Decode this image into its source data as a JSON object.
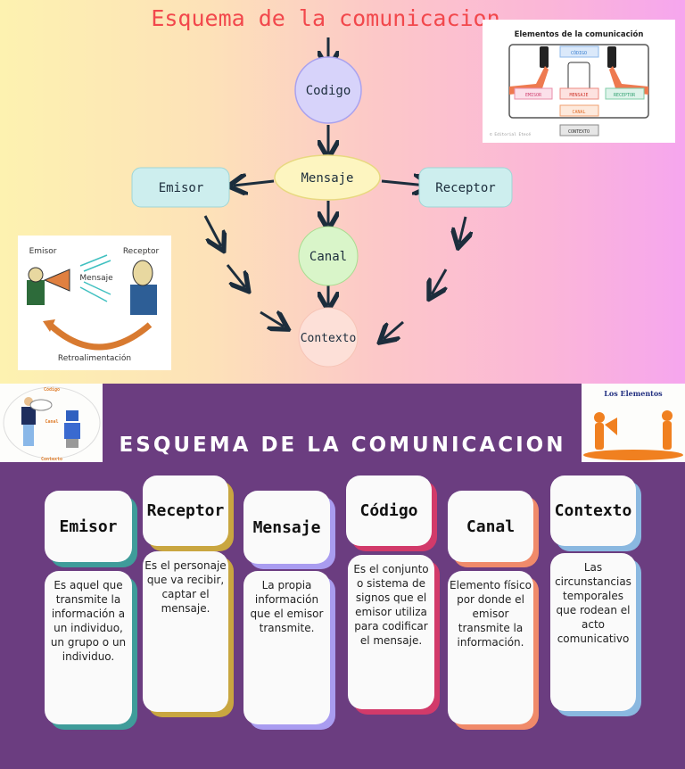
{
  "top": {
    "title": "Esquema de la comunicacion",
    "nodes": {
      "codigo": "Codigo",
      "mensaje": "Mensaje",
      "emisor": "Emisor",
      "receptor": "Receptor",
      "canal": "Canal",
      "contexto": "Contexto"
    },
    "image_right": {
      "title": "Elementos de la comunicación",
      "labels": [
        "CÓDIGO",
        "EMISOR",
        "MENSAJE",
        "RECEPTOR",
        "CANAL",
        "CONTEXTO"
      ],
      "credit": "© Editorial Etecé"
    },
    "image_left": {
      "emisor": "Emisor",
      "receptor": "Receptor",
      "mensaje": "Mensaje",
      "retro": "Retroalimentación"
    }
  },
  "bottom": {
    "heading": "ESQUEMA DE LA COMUNICACION",
    "image_left_labels": [
      "Código",
      "Canal",
      "Contexto"
    ],
    "image_right_title": "Los Elementos",
    "cards": [
      {
        "title": "Emisor",
        "text": "Es aquel que transmite la información a un individuo, un grupo o un individuo.",
        "color": "#3f9c9a"
      },
      {
        "title": "Receptor",
        "text": "Es el personaje que va recibir, captar el mensaje.",
        "color": "#c9a640"
      },
      {
        "title": "Mensaje",
        "text": "La propia información que el emisor transmite.",
        "color": "#a99cf0"
      },
      {
        "title": "Código",
        "text": "Es el conjunto o sistema de signos que el emisor utiliza para codificar el mensaje.",
        "color": "#d23a6a"
      },
      {
        "title": "Canal",
        "text": "Elemento físico por donde el emisor transmite la información.",
        "color": "#f08a6a"
      },
      {
        "title": "Contexto",
        "text": "Las circunstancias temporales que rodean el acto comunicativo",
        "color": "#8ab8e0"
      }
    ]
  }
}
